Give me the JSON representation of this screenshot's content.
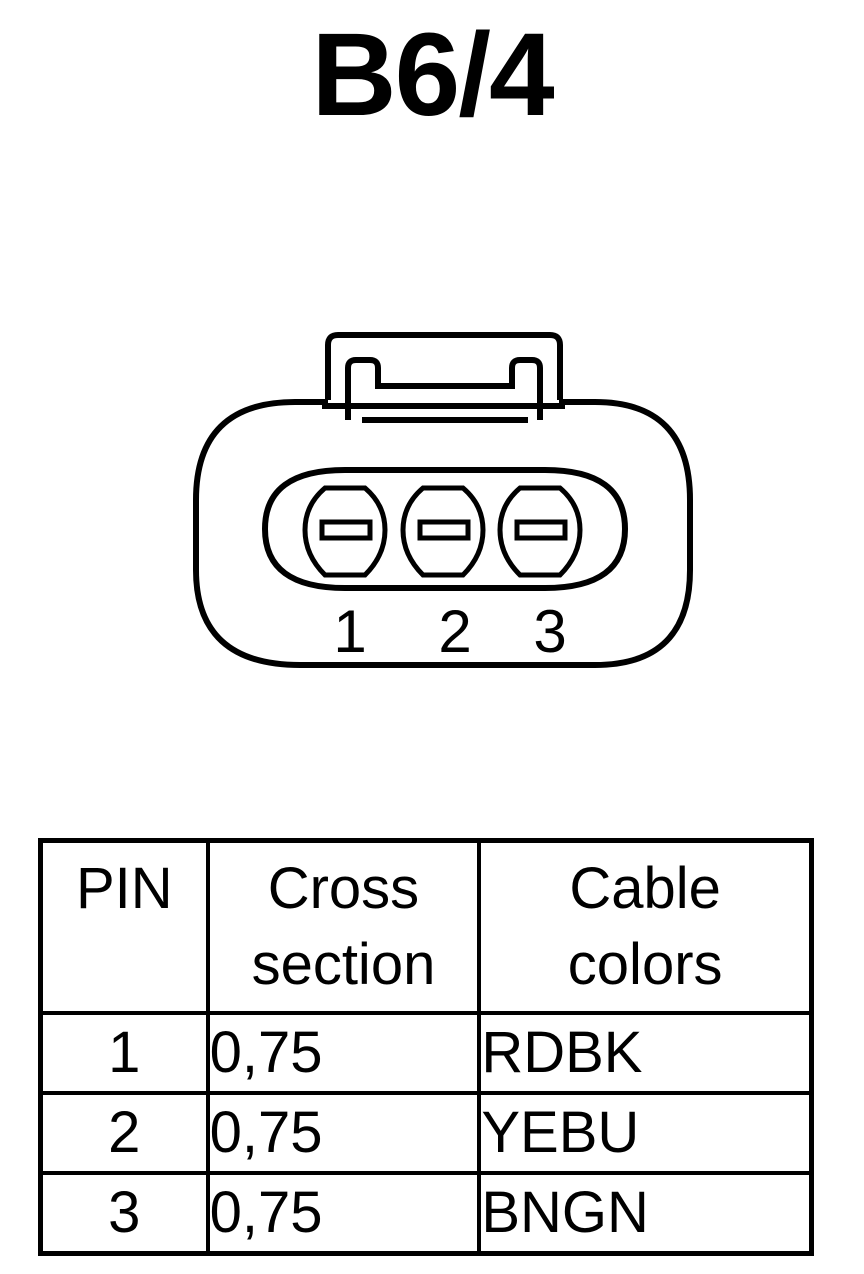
{
  "title": "B6/4",
  "connector": {
    "pin_labels": [
      "1",
      "2",
      "3"
    ]
  },
  "table": {
    "headers": {
      "pin": "PIN",
      "cross_line1": "Cross",
      "cross_line2": "section",
      "color_line1": "Cable",
      "color_line2": "colors"
    },
    "rows": [
      {
        "pin": "1",
        "cross_section": "0,75",
        "color": "RDBK"
      },
      {
        "pin": "2",
        "cross_section": "0,75",
        "color": "YEBU"
      },
      {
        "pin": "3",
        "cross_section": "0,75",
        "color": "BNGN"
      }
    ]
  }
}
